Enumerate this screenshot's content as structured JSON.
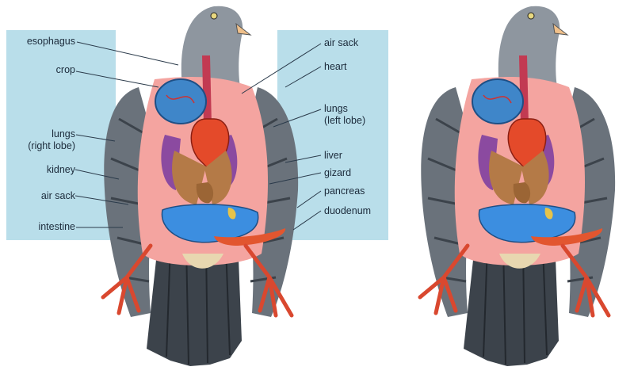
{
  "diagram": {
    "colors": {
      "panel": "#add8e6",
      "feather": "#5f6770",
      "feather_dark": "#3c434b",
      "head": "#8e969f",
      "skin": "#f4a4a0",
      "crop": "#3f86c9",
      "heart": "#e44a2a",
      "liver": "#b47a47",
      "lungs": "#8b4aa0",
      "intestine": "#3c8ee0",
      "duodenum": "#e2562f",
      "feet": "#d9482f"
    },
    "left_labels": [
      {
        "text": "esophagus"
      },
      {
        "text": "crop"
      },
      {
        "text": "lungs",
        "sub": "(right lobe)"
      },
      {
        "text": "kidney"
      },
      {
        "text": "air sack"
      },
      {
        "text": "intestine"
      }
    ],
    "right_labels": [
      {
        "text": "air sack"
      },
      {
        "text": "heart"
      },
      {
        "text": "lungs",
        "sub": "(left lobe)"
      },
      {
        "text": "liver"
      },
      {
        "text": "gizard"
      },
      {
        "text": "pancreas"
      },
      {
        "text": "duodenum"
      }
    ]
  }
}
